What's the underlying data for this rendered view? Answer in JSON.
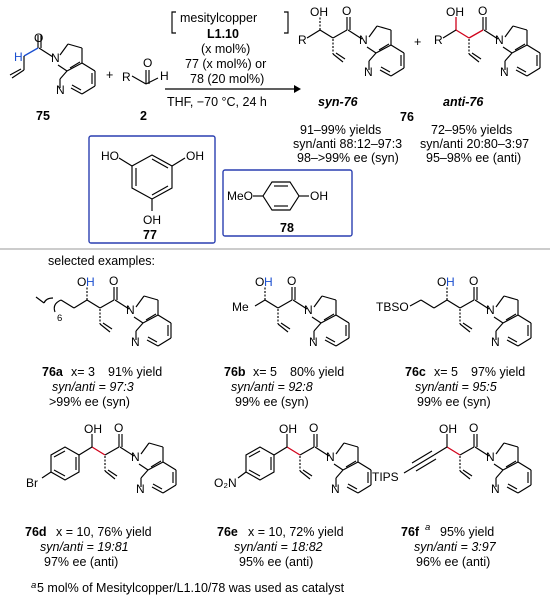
{
  "conditions": {
    "catalyst": "mesitylcopper",
    "ligand": "L1.10",
    "ligand_loading": "(x mol%)",
    "additive_a": "77 (x mol%) or",
    "additive_b": "78 (20 mol%)",
    "solvent_temp": "THF, −70 °C, 24 h"
  },
  "reactants": {
    "amide": "75",
    "plus": "+",
    "aldehyde": "2",
    "aldehyde_R": "R",
    "aldehyde_H": "H"
  },
  "products": {
    "syn_label": "syn-76",
    "plus": "+",
    "anti_label": "anti-76",
    "combined_label": "76",
    "syn_yield": "91–99% yields",
    "syn_ratio": "syn/anti 88:12–97:3",
    "syn_ee": "98–>99% ee (syn)",
    "anti_yield": "72–95% yields",
    "anti_ratio": "syn/anti  20:80–3:97",
    "anti_ee": "95–98% ee (anti)"
  },
  "additives": {
    "a_label": "77",
    "a_atoms": [
      "HO",
      "OH",
      "OH"
    ],
    "b_label": "78",
    "b_atoms": [
      "MeO",
      "OH"
    ]
  },
  "examples_header": "selected examples:",
  "examples": [
    {
      "id": "76a",
      "loading": "x= 3",
      "yield": "91% yield",
      "ratio": "syn/anti = 97:3",
      "ee": ">99% ee (syn)",
      "subst": "6"
    },
    {
      "id": "76b",
      "loading": "x= 5",
      "yield": "80% yield",
      "ratio": "syn/anti = 92:8",
      "ee": "99% ee (syn)",
      "subst": "Me"
    },
    {
      "id": "76c",
      "loading": "x= 5",
      "yield": "97% yield",
      "ratio": "syn/anti = 95:5",
      "ee": "99% ee (syn)",
      "subst": "TBSO"
    },
    {
      "id": "76d",
      "loading": "x = 10, 76% yield",
      "yield": "",
      "ratio": "syn/anti = 19:81",
      "ee": "97% ee (anti)",
      "subst": "Br"
    },
    {
      "id": "76e",
      "loading": "x = 10, 72% yield",
      "yield": "",
      "ratio": "syn/anti = 18:82",
      "ee": "95% ee (anti)",
      "subst": "O₂N"
    },
    {
      "id": "76f",
      "loading": "",
      "yield": "95% yield",
      "ratio": "syn/anti = 3:97",
      "ee": "96% ee (anti)",
      "subst": "TIPS"
    }
  ],
  "atoms": {
    "O": "O",
    "N": "N",
    "OH": "OH",
    "H": "H",
    "sup_a": "a"
  },
  "footnote": "5 mol% of Mesitylcopper/L1.10/78 was used as catalyst"
}
